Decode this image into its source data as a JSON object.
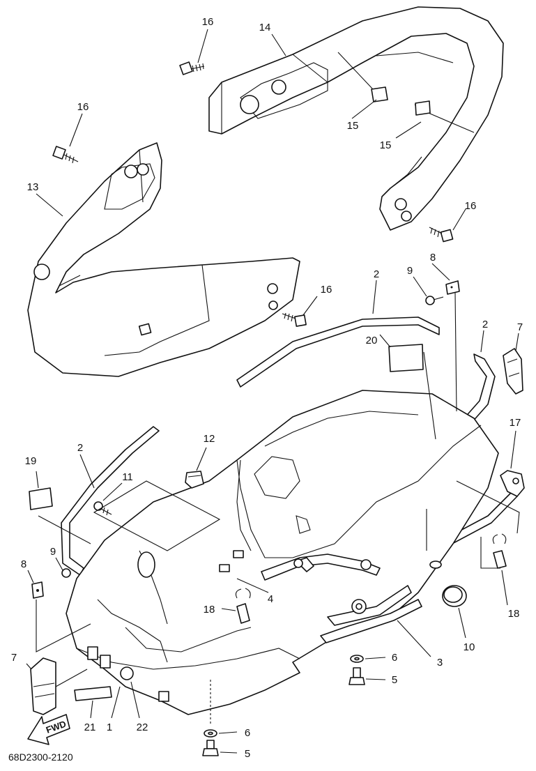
{
  "diagram": {
    "drawing_code": "68D2300-2120",
    "direction_label": "FWD",
    "callouts": [
      {
        "id": "c16a",
        "text": "16"
      },
      {
        "id": "c14",
        "text": "14"
      },
      {
        "id": "c16b",
        "text": "16"
      },
      {
        "id": "c15a",
        "text": "15"
      },
      {
        "id": "c15b",
        "text": "15"
      },
      {
        "id": "c13",
        "text": "13"
      },
      {
        "id": "c16c",
        "text": "16"
      },
      {
        "id": "c16d",
        "text": "16"
      },
      {
        "id": "c8a",
        "text": "8"
      },
      {
        "id": "c9a",
        "text": "9"
      },
      {
        "id": "c2a",
        "text": "2"
      },
      {
        "id": "c2b",
        "text": "2"
      },
      {
        "id": "c7a",
        "text": "7"
      },
      {
        "id": "c20",
        "text": "20"
      },
      {
        "id": "c17",
        "text": "17"
      },
      {
        "id": "c12",
        "text": "12"
      },
      {
        "id": "c2c",
        "text": "2"
      },
      {
        "id": "c19",
        "text": "19"
      },
      {
        "id": "c11",
        "text": "11"
      },
      {
        "id": "c9b",
        "text": "9"
      },
      {
        "id": "c8b",
        "text": "8"
      },
      {
        "id": "c4",
        "text": "4"
      },
      {
        "id": "c18a",
        "text": "18"
      },
      {
        "id": "c18b",
        "text": "18"
      },
      {
        "id": "c10",
        "text": "10"
      },
      {
        "id": "c3",
        "text": "3"
      },
      {
        "id": "c6a",
        "text": "6"
      },
      {
        "id": "c5a",
        "text": "5"
      },
      {
        "id": "c7b",
        "text": "7"
      },
      {
        "id": "c21",
        "text": "21"
      },
      {
        "id": "c1",
        "text": "1"
      },
      {
        "id": "c22",
        "text": "22"
      },
      {
        "id": "c6b",
        "text": "6"
      },
      {
        "id": "c5b",
        "text": "5"
      }
    ]
  }
}
